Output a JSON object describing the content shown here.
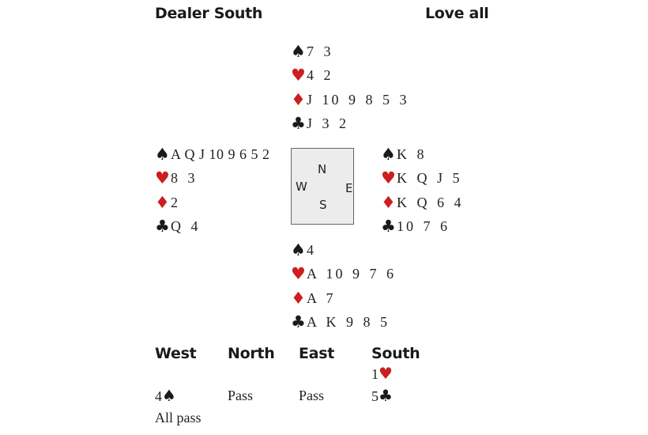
{
  "header": {
    "dealer": "Dealer South",
    "vulnerability": "Love all"
  },
  "colors": {
    "red_suit": "#cc1f1f",
    "black_suit": "#1a1a1a"
  },
  "suits": {
    "spades": "♠",
    "hearts": "♥",
    "diamonds": "♦",
    "clubs": "♣"
  },
  "hands": {
    "north": {
      "spades": "7 3",
      "hearts": "4 2",
      "diamonds": "J 10 9 8 5 3",
      "clubs": "J 3 2"
    },
    "west": {
      "spades": "A Q J 10 9 6 5 2",
      "hearts": "8 3",
      "diamonds": "2",
      "clubs": "Q 4"
    },
    "east": {
      "spades": "K 8",
      "hearts": "K Q J 5",
      "diamonds": "K Q 6 4",
      "clubs": "10 7 6"
    },
    "south": {
      "spades": "4",
      "hearts": "A 10 9 7 6",
      "diamonds": "A 7",
      "clubs": "A K 9 8 5"
    }
  },
  "compass": {
    "n": "N",
    "w": "W",
    "e": "E",
    "s": "S"
  },
  "bidding": {
    "headers": [
      "West",
      "North",
      "East",
      "South"
    ],
    "rows": [
      [
        null,
        null,
        null,
        {
          "level": "1",
          "suit": "hearts"
        }
      ],
      [
        {
          "level": "4",
          "suit": "spades"
        },
        {
          "text": "Pass"
        },
        {
          "text": "Pass"
        },
        {
          "level": "5",
          "suit": "clubs"
        }
      ],
      [
        {
          "text": "All pass"
        },
        null,
        null,
        null
      ]
    ]
  }
}
